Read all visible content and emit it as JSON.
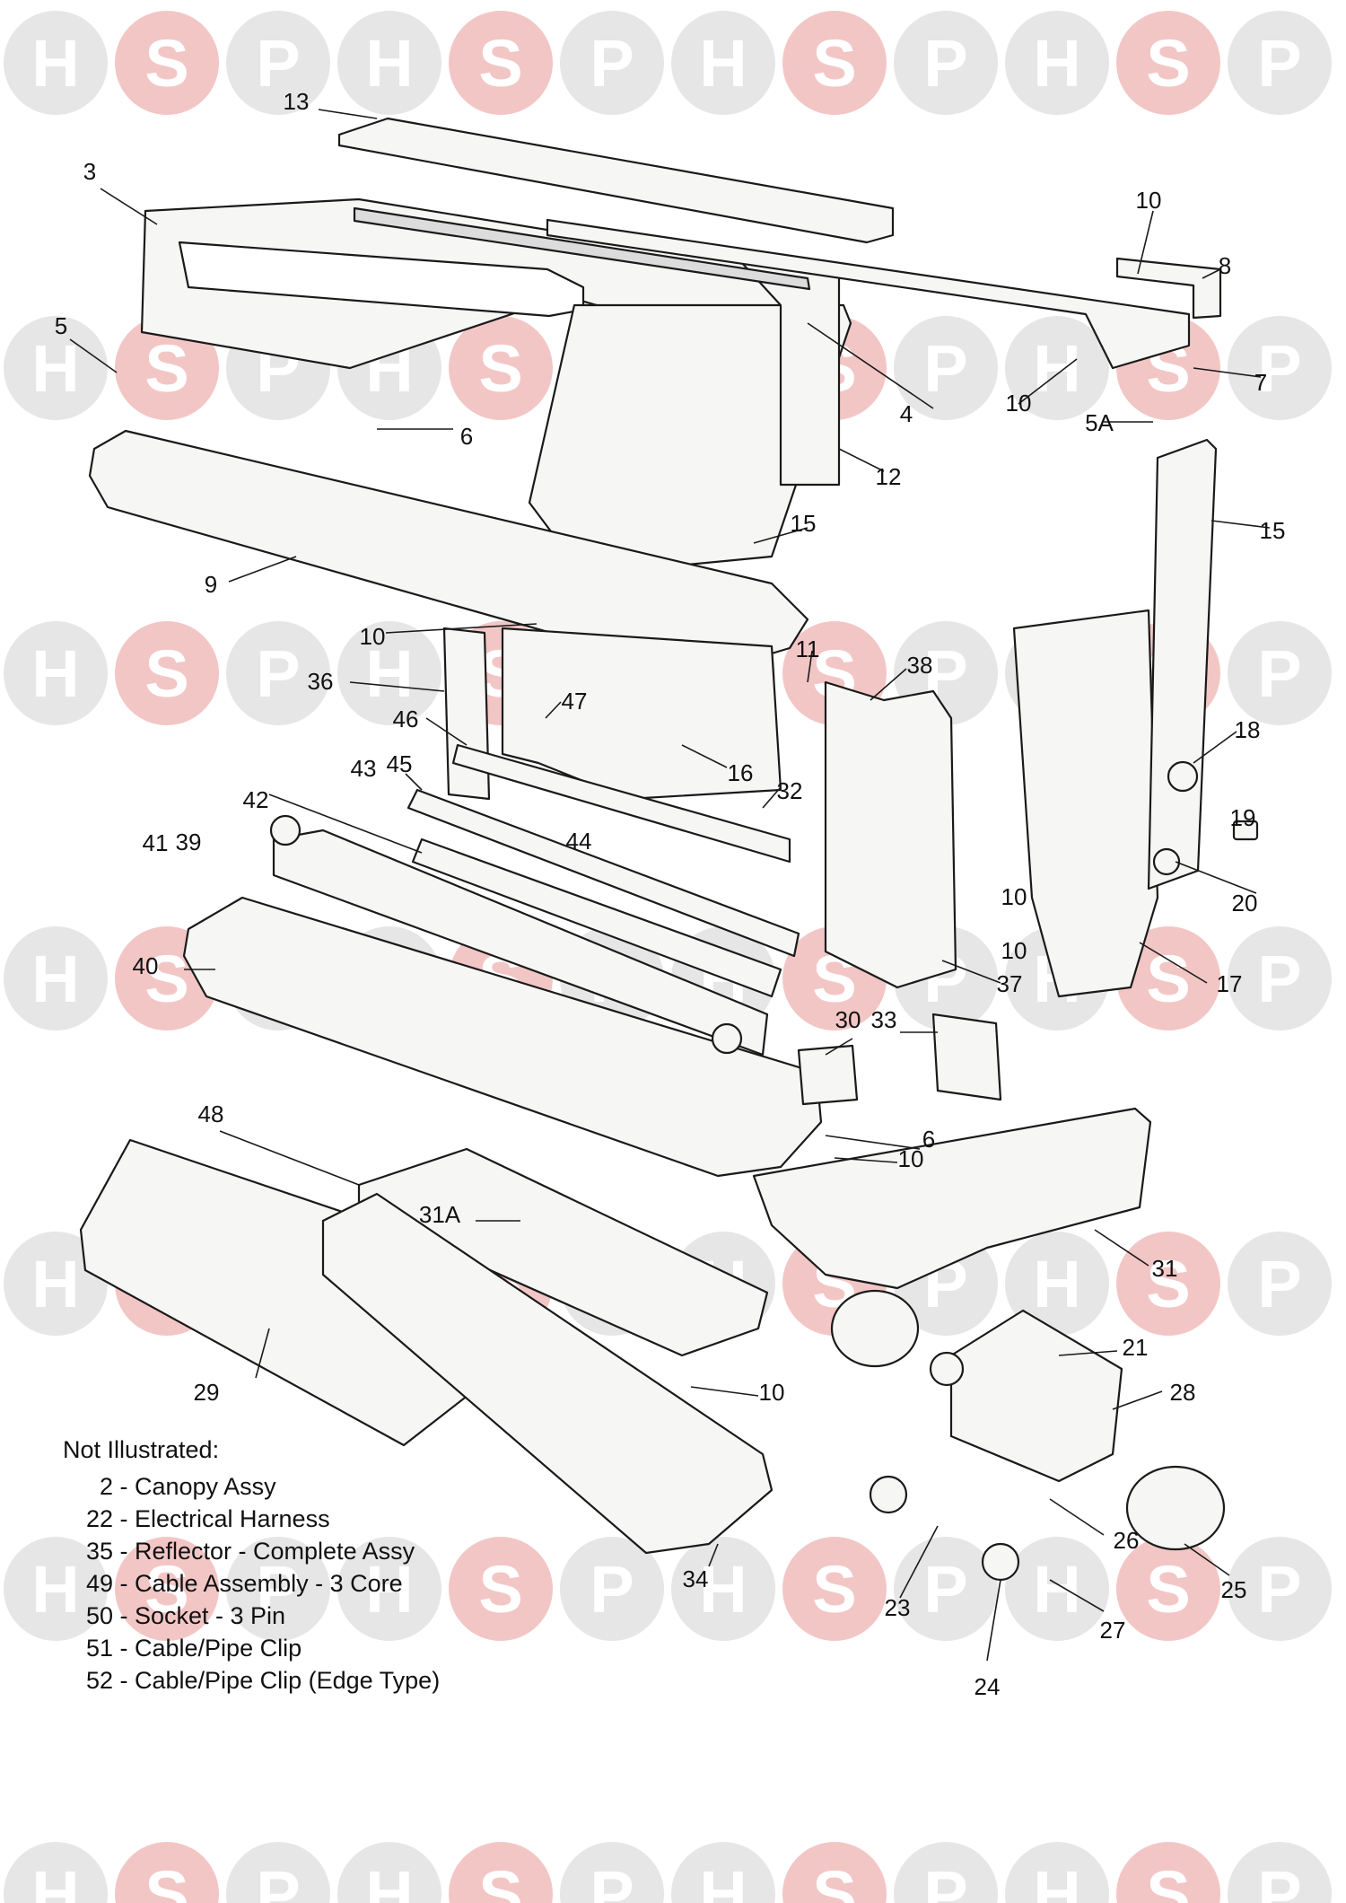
{
  "watermark": {
    "letters": [
      "H",
      "S",
      "P"
    ],
    "circle_color": "#e6e6e6",
    "middle_circle_color": "#f3c6c6",
    "letter_color": "#ffffff"
  },
  "colors": {
    "line": "#1a1a1a",
    "part_fill": "#f6f6f4"
  },
  "callouts": [
    {
      "text": "13",
      "part": "top-trim"
    },
    {
      "text": "3",
      "part": "canopy"
    },
    {
      "text": "10",
      "part": "screw"
    },
    {
      "text": "8",
      "part": "bracket"
    },
    {
      "text": "5",
      "part": "ornament"
    },
    {
      "text": "4",
      "part": "grille"
    },
    {
      "text": "7",
      "part": "side-cover"
    },
    {
      "text": "10",
      "part": "screw"
    },
    {
      "text": "6",
      "part": "clip"
    },
    {
      "text": "5A",
      "part": "clip"
    },
    {
      "text": "12",
      "part": "rear-panel"
    },
    {
      "text": "15",
      "part": "side-panel"
    },
    {
      "text": "15",
      "part": "side-panel"
    },
    {
      "text": "9",
      "part": "front-trim"
    },
    {
      "text": "10",
      "part": "screw"
    },
    {
      "text": "11",
      "part": "screw"
    },
    {
      "text": "38",
      "part": "side-panel"
    },
    {
      "text": "36",
      "part": "side-panel"
    },
    {
      "text": "47",
      "part": "screw"
    },
    {
      "text": "46",
      "part": "rail"
    },
    {
      "text": "16",
      "part": "bracket"
    },
    {
      "text": "18",
      "part": "control"
    },
    {
      "text": "43",
      "part": "rail"
    },
    {
      "text": "45",
      "part": "rail"
    },
    {
      "text": "32",
      "part": "bracket"
    },
    {
      "text": "42",
      "part": "fret"
    },
    {
      "text": "39",
      "part": "knob"
    },
    {
      "text": "19",
      "part": "switch"
    },
    {
      "text": "41",
      "part": "washer"
    },
    {
      "text": "44",
      "part": "bracket"
    },
    {
      "text": "10",
      "part": "screw"
    },
    {
      "text": "20",
      "part": "knob"
    },
    {
      "text": "10",
      "part": "screw"
    },
    {
      "text": "40",
      "part": "hearth"
    },
    {
      "text": "37",
      "part": "panel"
    },
    {
      "text": "17",
      "part": "chassis"
    },
    {
      "text": "30",
      "part": "vent"
    },
    {
      "text": "33",
      "part": "box"
    },
    {
      "text": "6",
      "part": "clip"
    },
    {
      "text": "10",
      "part": "screw"
    },
    {
      "text": "48",
      "part": "tray"
    },
    {
      "text": "31A",
      "part": "ornament"
    },
    {
      "text": "31",
      "part": "base-trim"
    },
    {
      "text": "21",
      "part": "lamp-holder"
    },
    {
      "text": "29",
      "part": "tray"
    },
    {
      "text": "10",
      "part": "screw"
    },
    {
      "text": "28",
      "part": "screw"
    },
    {
      "text": "26",
      "part": "clip"
    },
    {
      "text": "34",
      "part": "base"
    },
    {
      "text": "23",
      "part": "clip"
    },
    {
      "text": "25",
      "part": "lamp"
    },
    {
      "text": "24",
      "part": "lampholder"
    },
    {
      "text": "27",
      "part": "clip"
    }
  ],
  "not_illustrated": {
    "title": "Not Illustrated:",
    "items": [
      {
        "num": "2",
        "desc": "Canopy Assy"
      },
      {
        "num": "22",
        "desc": "Electrical Harness"
      },
      {
        "num": "35",
        "desc": "Reflector - Complete Assy"
      },
      {
        "num": "49",
        "desc": "Cable Assembly - 3 Core"
      },
      {
        "num": "50",
        "desc": "Socket - 3 Pin"
      },
      {
        "num": "51",
        "desc": "Cable/Pipe Clip"
      },
      {
        "num": "52",
        "desc": "Cable/Pipe Clip (Edge Type)"
      }
    ]
  }
}
